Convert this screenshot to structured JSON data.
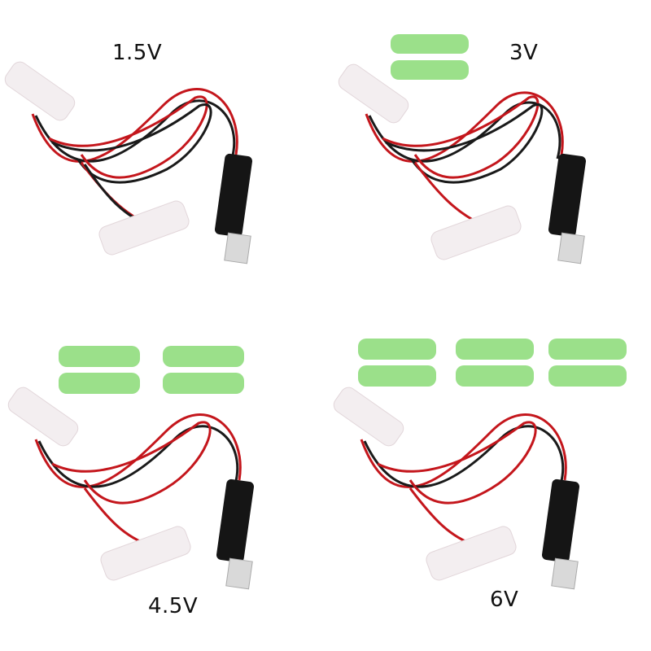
{
  "panels": [
    {
      "label": "1.5V",
      "spare_batteries": 0
    },
    {
      "label": "3V",
      "spare_batteries": 2
    },
    {
      "label": "4.5V",
      "spare_batteries": 4
    },
    {
      "label": "6V",
      "spare_batteries": 6
    }
  ],
  "colors": {
    "wire_red": "#c4161c",
    "wire_black": "#1a1a1a",
    "battery_green": "#9be08a",
    "dummy_cell": "#f3eef0",
    "usb_body": "#151515",
    "usb_metal": "#d9d9d9"
  }
}
